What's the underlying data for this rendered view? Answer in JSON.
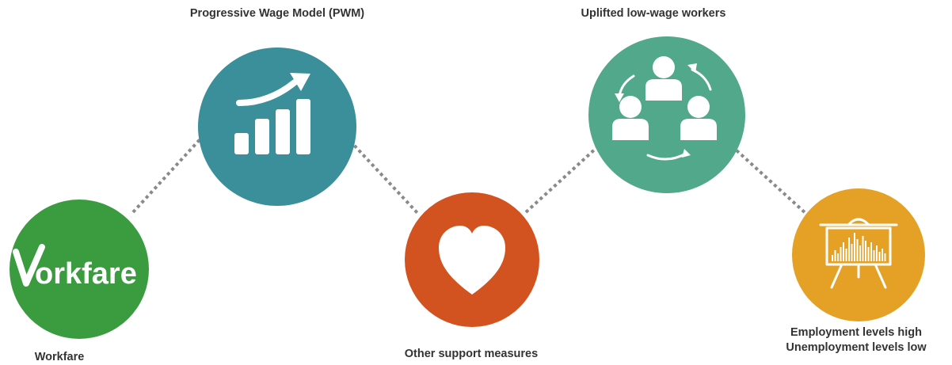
{
  "colors": {
    "connector": "#8a8a8a",
    "workfare": "#3a9b3f",
    "pwm": "#3a8f9a",
    "other_support": "#d2531f",
    "uplifted": "#52a88a",
    "employment": "#e4a126",
    "icon": "#ffffff"
  },
  "nodes": [
    {
      "id": "workfare",
      "label": "Workfare",
      "logo_text": "Workfare",
      "icon": "workfare-logo"
    },
    {
      "id": "pwm",
      "label": "Progressive Wage Model (PWM)",
      "icon": "growth-chart-icon"
    },
    {
      "id": "other_support",
      "label": "Other support measures",
      "icon": "heart-icon"
    },
    {
      "id": "uplifted",
      "label": "Uplifted low-wage workers",
      "icon": "people-cycle-icon"
    },
    {
      "id": "employment",
      "label_lines": [
        "Employment levels high",
        "Unemployment levels low"
      ],
      "icon": "presentation-board-icon"
    }
  ],
  "connections": [
    [
      "workfare",
      "pwm"
    ],
    [
      "pwm",
      "other_support"
    ],
    [
      "other_support",
      "uplifted"
    ],
    [
      "uplifted",
      "employment"
    ]
  ]
}
